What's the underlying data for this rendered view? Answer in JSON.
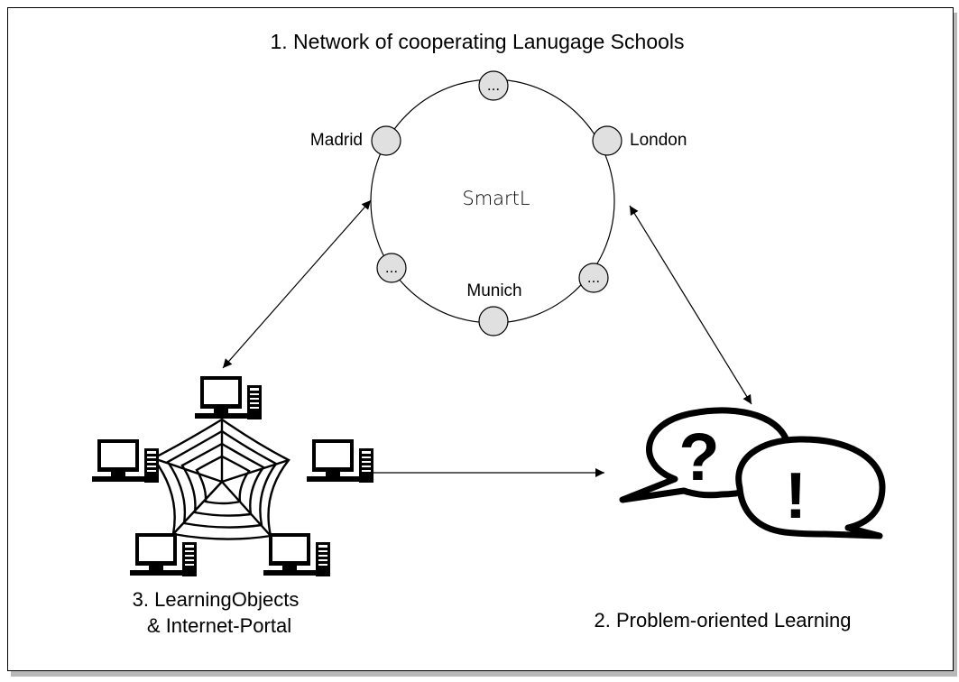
{
  "title": "1. Network of cooperating Lanugage Schools",
  "ring": {
    "center_label": "SmartL",
    "nodes": {
      "top": "...",
      "madrid": "Madrid",
      "london": "London",
      "lower_left": "...",
      "lower_right": "...",
      "munich": "Munich"
    }
  },
  "learning_objects": {
    "line1": "3. LearningObjects",
    "line2": "& Internet-Portal"
  },
  "problem_learning": {
    "label": "2. Problem-oriented Learning",
    "question_mark": "?",
    "exclamation_mark": "!"
  }
}
